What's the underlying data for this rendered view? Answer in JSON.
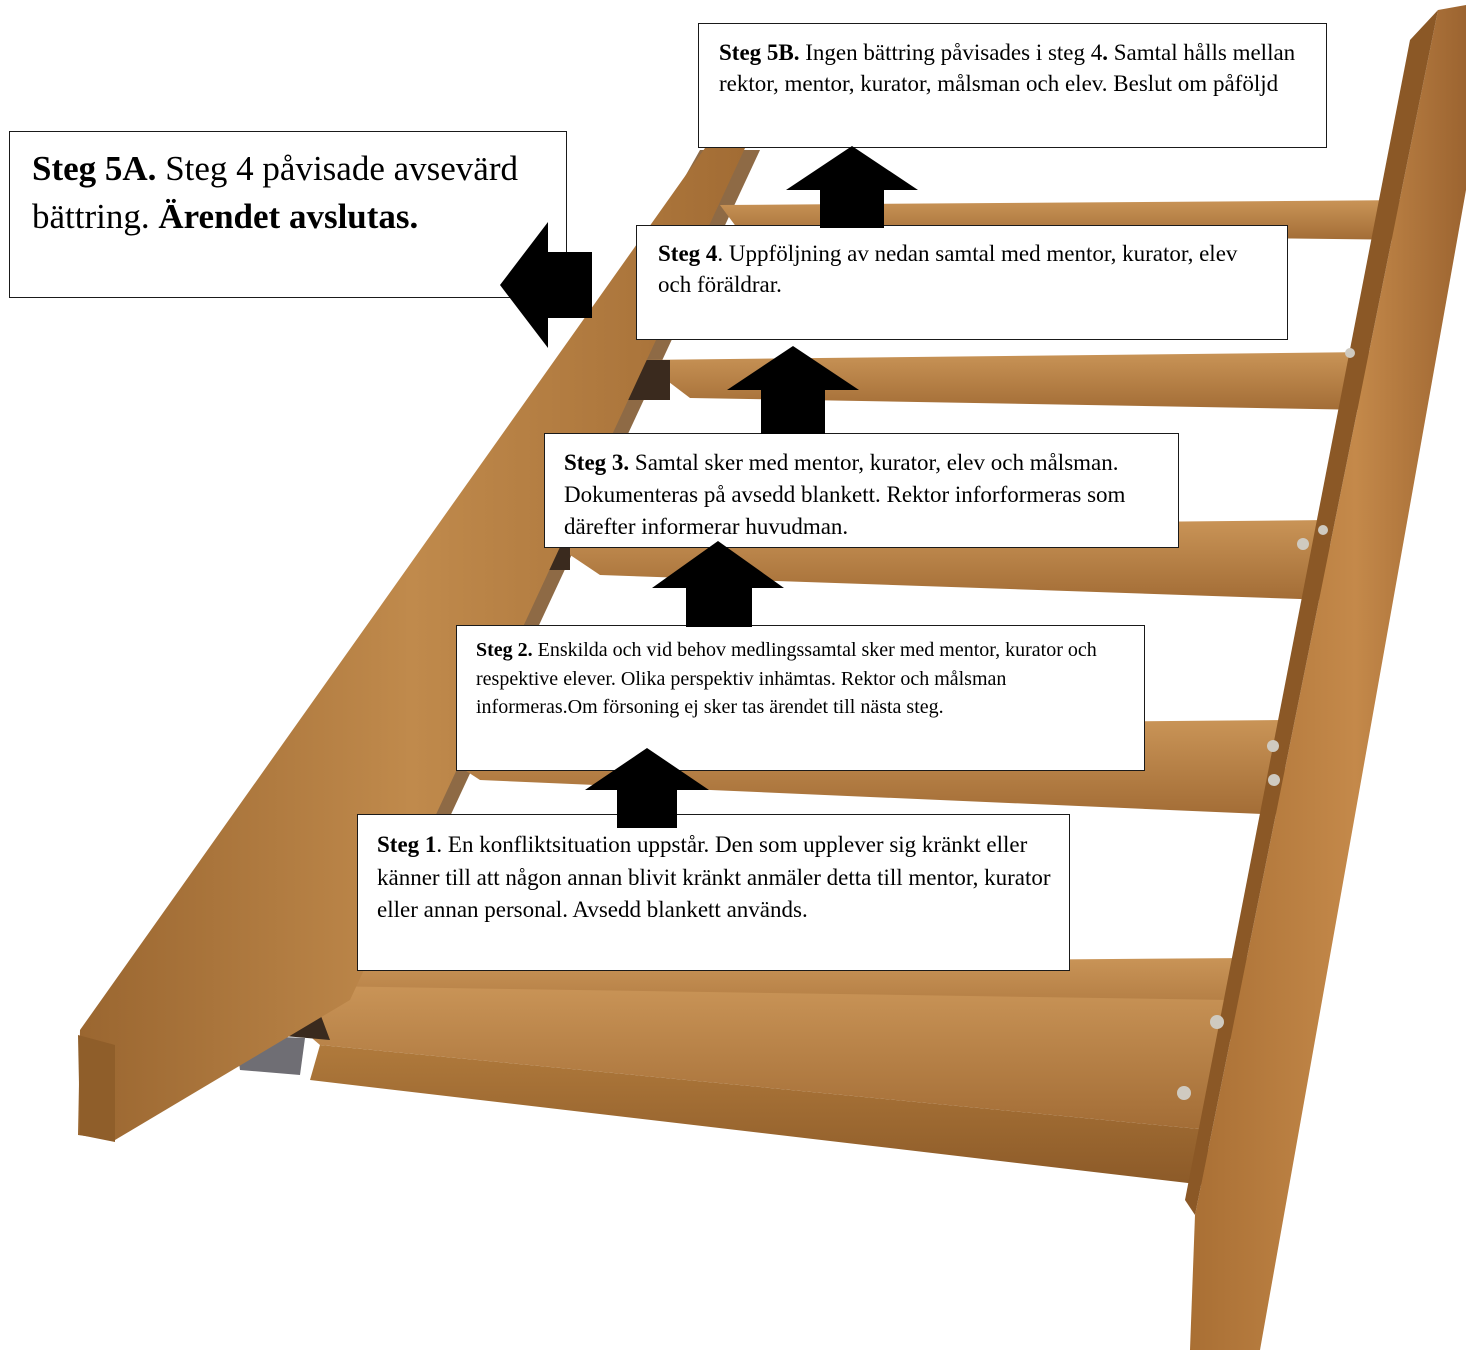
{
  "diagram": {
    "steps": [
      {
        "id": "5b",
        "heading": "Steg 5B.",
        "body_1": " Ingen bättring påvisades i steg 4",
        "bold_dot": ".",
        "body_2": " Samtal hålls mellan rektor, mentor, kurator, målsman och elev. Beslut om påföljd"
      },
      {
        "id": "5a",
        "heading": "Steg 5A.",
        "body": " Steg 4 påvisade avsevärd bättring. ",
        "emphasis": "Ärendet avslutas."
      },
      {
        "id": "4",
        "heading": "Steg 4",
        "body": ". Uppföljning av nedan samtal med mentor, kurator, elev och föräldrar."
      },
      {
        "id": "3",
        "heading": "Steg 3.",
        "body": " Samtal sker med mentor, kurator, elev och målsman. Dokumenteras på avsedd blankett.  Rektor inforformeras som därefter informerar huvudman."
      },
      {
        "id": "2",
        "heading": "Steg 2.",
        "body": " Enskilda och vid behov medlingssamtal sker med mentor, kurator och respektive elever. Olika perspektiv inhämtas. Rektor och målsman informeras.Om försoning ej sker tas ärendet till nästa steg."
      },
      {
        "id": "1",
        "heading": "Steg 1",
        "body": ". En konfliktsituation uppstår. Den som upplever sig kränkt eller känner till att någon annan blivit kränkt anmäler detta till mentor, kurator eller annan personal. Avsedd blankett används."
      }
    ],
    "arrow_color": "#000000",
    "wood_color": "#b07a3c"
  }
}
